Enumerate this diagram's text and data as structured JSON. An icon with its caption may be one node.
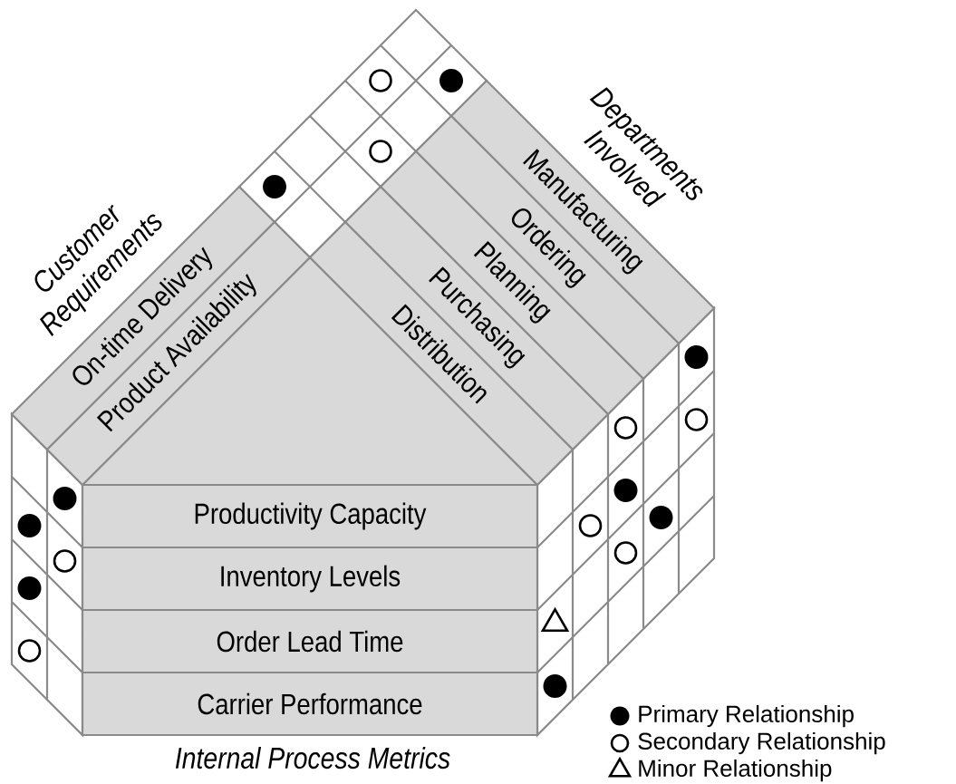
{
  "diagram": {
    "nodes": [
      {
        "text": [
          "On-time Delivery"
        ]
      },
      {
        "text": [
          "Product Availability"
        ]
      },
      {
        "text": [
          "Manufacturing"
        ]
      },
      {
        "text": [
          "Ordering"
        ]
      },
      {
        "text": [
          "Planning"
        ]
      },
      {
        "text": [
          "Purchasing"
        ]
      },
      {
        "text": [
          "Distribution"
        ]
      },
      {
        "text": [
          "Productivity Capacity"
        ]
      },
      {
        "text": [
          "Inventory Levels"
        ]
      },
      {
        "text": [
          "Order Lead Time"
        ]
      },
      {
        "text": [
          "Carrier Performance"
        ]
      },
      {
        "text": [],
        "shape": "circle"
      },
      {
        "text": [],
        "shape": "dot"
      },
      {
        "text": [],
        "shape": "circle"
      },
      {
        "text": [],
        "shape": "dot"
      },
      {
        "text": [],
        "shape": "dot"
      },
      {
        "text": [],
        "shape": "dot"
      },
      {
        "text": [],
        "shape": "circle"
      },
      {
        "text": [],
        "shape": "dot"
      },
      {
        "text": [],
        "shape": "circle"
      },
      {
        "text": [],
        "shape": "dot"
      },
      {
        "text": [],
        "shape": "circle"
      },
      {
        "text": [],
        "shape": "circle"
      },
      {
        "text": [],
        "shape": "dot"
      },
      {
        "text": [],
        "shape": "dot"
      },
      {
        "text": [],
        "shape": "circle"
      },
      {
        "text": [],
        "shape": "circle"
      },
      {
        "text": [],
        "shape": "triangle"
      },
      {
        "text": [],
        "shape": "dot"
      }
    ],
    "labels": [
      "Customer Requirements",
      "Departments Involved",
      "Internal Process Metrics"
    ],
    "legend": [
      {
        "text": "Primary Relationship"
      },
      {
        "text": "Secondary Relationship"
      },
      {
        "text": "Minor Relationship"
      }
    ]
  }
}
